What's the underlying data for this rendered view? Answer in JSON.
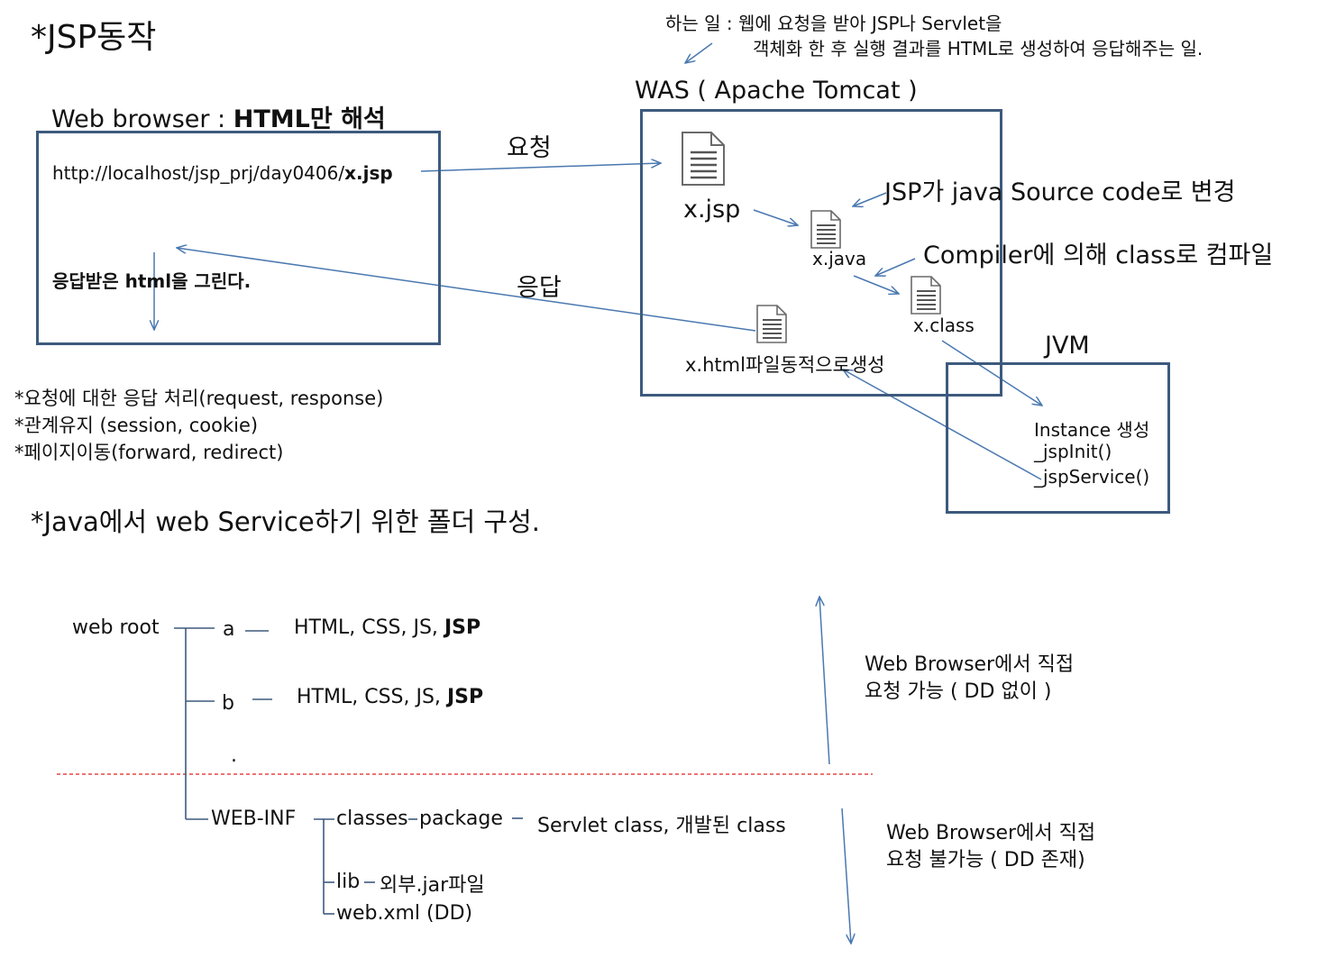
{
  "title": "*JSP동작",
  "was_role": {
    "line1_prefix": "하는 일 : ",
    "line1": "웹에 요청을 받아 JSP나 Servlet을",
    "line2": "객체화 한 후  실행 결과를 HTML로 생성하여 응답해주는 일."
  },
  "was_label": "WAS ( Apache Tomcat )",
  "browser": {
    "label_prefix": "Web browser : ",
    "label_bold": "HTML만 해석",
    "url_prefix": "http://localhost/jsp_prj/day0406/",
    "url_file": "x.jsp",
    "render_prefix": "응답받은  ",
    "render_bold": "html을 그린다."
  },
  "arrows": {
    "request": "요청",
    "response": "응답"
  },
  "was_files": {
    "jsp": "x.jsp",
    "java": "x.java",
    "class": "x.class",
    "html": "x.html파일동적으로생성"
  },
  "notes": {
    "jsp_to_java": "JSP가  java Source code로 변경",
    "compile": "Compiler에 의해 class로 컴파일"
  },
  "jvm": {
    "label": "JVM",
    "line1": "Instance 생성",
    "line2": "_jspInit()",
    "line3": "_jspService()"
  },
  "features": [
    "*요청에 대한 응답 처리(request, response)",
    "*관계유지 (session, cookie)",
    "*페이지이동(forward, redirect)"
  ],
  "folder_title": "*Java에서 web Service하기 위한 폴더 구성.",
  "tree": {
    "root": "web root",
    "a": "a",
    "a_desc": "HTML, CSS, JS, ",
    "a_desc_bold": "JSP",
    "b": "b",
    "b_desc": "HTML, CSS, JS, ",
    "b_desc_bold": "JSP",
    "dot": ".",
    "webinf": "WEB-INF",
    "classes": "classes",
    "package": "package",
    "classes_desc": "Servlet class, 개발된 class",
    "lib": "lib",
    "lib_desc": "외부.jar파일",
    "webxml": "web.xml (DD)"
  },
  "access": {
    "allowed_line1": "Web Browser에서 직접",
    "allowed_line2": "요청 가능 ( DD 없이 )",
    "denied_line1": "Web Browser에서 직접",
    "denied_line2": "요청 불가능 ( DD 존재)"
  },
  "colors": {
    "box_border": "#3d5a7d",
    "arrow": "#4a78b0",
    "divider": "#e02020"
  }
}
